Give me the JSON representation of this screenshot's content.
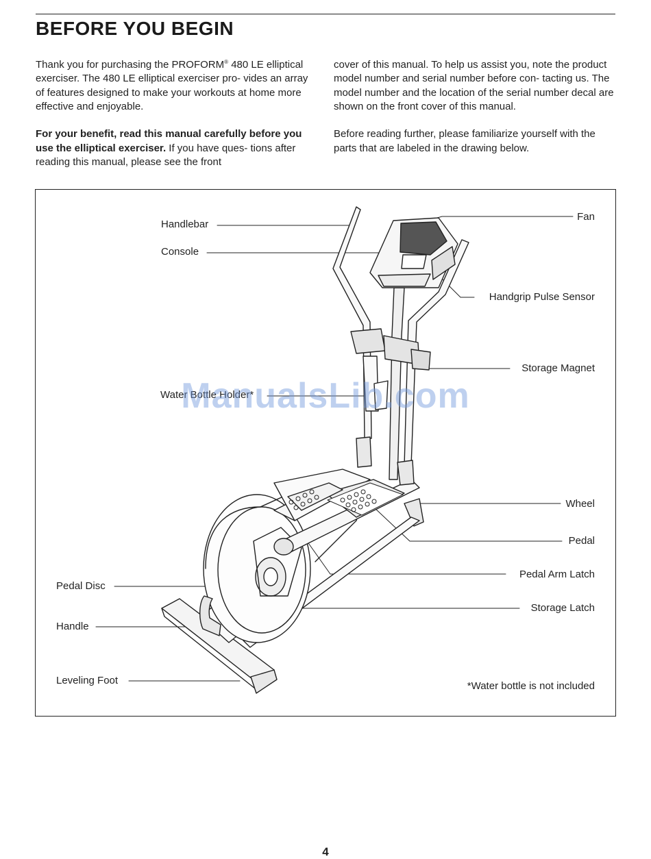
{
  "page": {
    "title": "BEFORE YOU BEGIN",
    "page_number": "4",
    "watermark": "ManualsLib.com"
  },
  "intro": {
    "p1_before_mark": "Thank you for purchasing the PROFORM",
    "registered_mark": "®",
    "p1_after_mark": " 480 LE elliptical exerciser. The 480 LE elliptical exerciser pro- vides an array of features designed to make your workouts at home more effective and enjoyable.",
    "p2_bold": "For your benefit, read this manual carefully before you use the elliptical exerciser.",
    "p2_rest": " If you have ques- tions after reading this manual, please see the front",
    "p3": "cover of this manual. To help us assist you, note the product model number and serial number before con- tacting us. The model number and the location of the serial number decal are shown on the front cover of this manual.",
    "p4": "Before reading further, please familiarize yourself with the parts that are labeled in the drawing below."
  },
  "figure": {
    "labels": {
      "handlebar": "Handlebar",
      "console": "Console",
      "water_bottle_holder": "Water Bottle Holder*",
      "pedal_disc": "Pedal Disc",
      "handle": "Handle",
      "leveling_foot": "Leveling Foot",
      "fan": "Fan",
      "handgrip_pulse_sensor": "Handgrip Pulse Sensor",
      "storage_magnet": "Storage Magnet",
      "wheel": "Wheel",
      "pedal": "Pedal",
      "pedal_arm_latch": "Pedal Arm Latch",
      "storage_latch": "Storage Latch"
    },
    "note": "*Water bottle is not included"
  }
}
